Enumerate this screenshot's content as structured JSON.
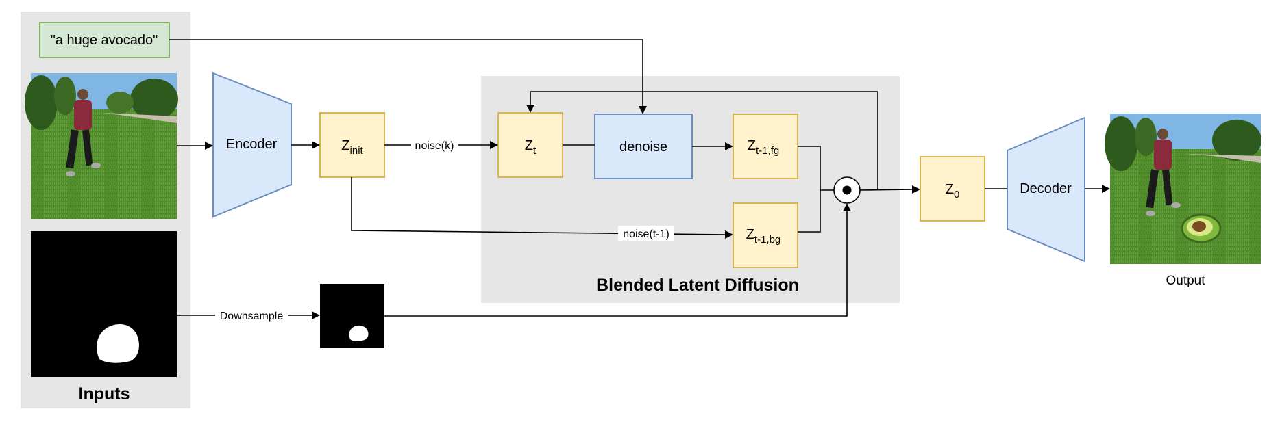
{
  "prompt_text": "\"a huge avocado\"",
  "inputs_label": "Inputs",
  "encoder_label": "Encoder",
  "decoder_label": "Decoder",
  "denoise_label": "denoise",
  "zinit": {
    "base": "Z",
    "sub": "init"
  },
  "zt": {
    "base": "Z",
    "sub": "t"
  },
  "zt1fg": {
    "base": "Z",
    "sub": "t-1,fg"
  },
  "zt1bg": {
    "base": "Z",
    "sub": "t-1,bg"
  },
  "z0": {
    "base": "Z",
    "sub": "0"
  },
  "edge_noise_k": "noise(k)",
  "edge_noise_t1": "noise(t-1)",
  "edge_downsample": "Downsample",
  "region_title": "Blended Latent Diffusion",
  "output_label": "Output",
  "colors": {
    "latent_fill": "#fff2cc",
    "latent_stroke": "#d6b656",
    "module_fill": "#dae8fc",
    "module_stroke": "#6c8ebf",
    "prompt_fill": "#d5e8d4",
    "prompt_stroke": "#82b366",
    "panel_gray": "#e6e6e6"
  }
}
